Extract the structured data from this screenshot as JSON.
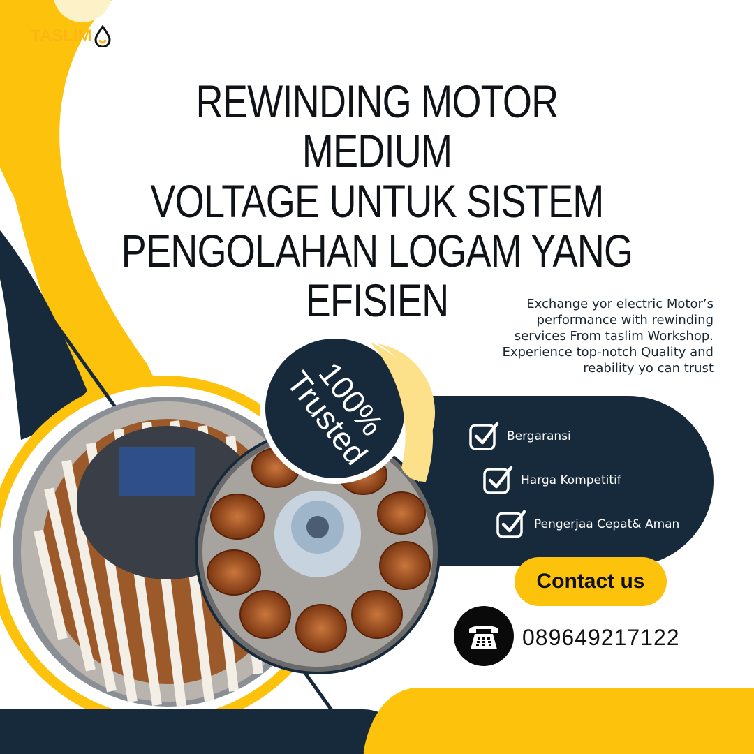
{
  "brand": {
    "logo_text": "TASLIM",
    "icon": "drop-icon"
  },
  "title_lines": [
    "REWINDING MOTOR MEDIUM",
    "VOLTAGE UNTUK SISTEM",
    "PENGOLAHAN LOGAM YANG",
    "EFISIEN"
  ],
  "description_lines": [
    "Exchange yor electric Motor’s",
    "performance with rewinding",
    "services From taslim Workshop.",
    "Experience top-notch Quality and",
    "reability yo can trust"
  ],
  "badge": {
    "line1": "100%",
    "line2": "Trusted"
  },
  "features": [
    {
      "label": "Bergaransi",
      "icon": "checkbox-icon"
    },
    {
      "label": "Harga Kompetitif",
      "icon": "checkbox-icon"
    },
    {
      "label": "Pengerjaa Cepat& Aman",
      "icon": "checkbox-icon"
    }
  ],
  "contact": {
    "button_label": "Contact us",
    "phone_icon": "telephone-icon",
    "phone_number": "089649217122"
  },
  "colors": {
    "yellow": "#fcc20c",
    "navy": "#172a3c",
    "black": "#0f1318",
    "white": "#ffffff"
  }
}
